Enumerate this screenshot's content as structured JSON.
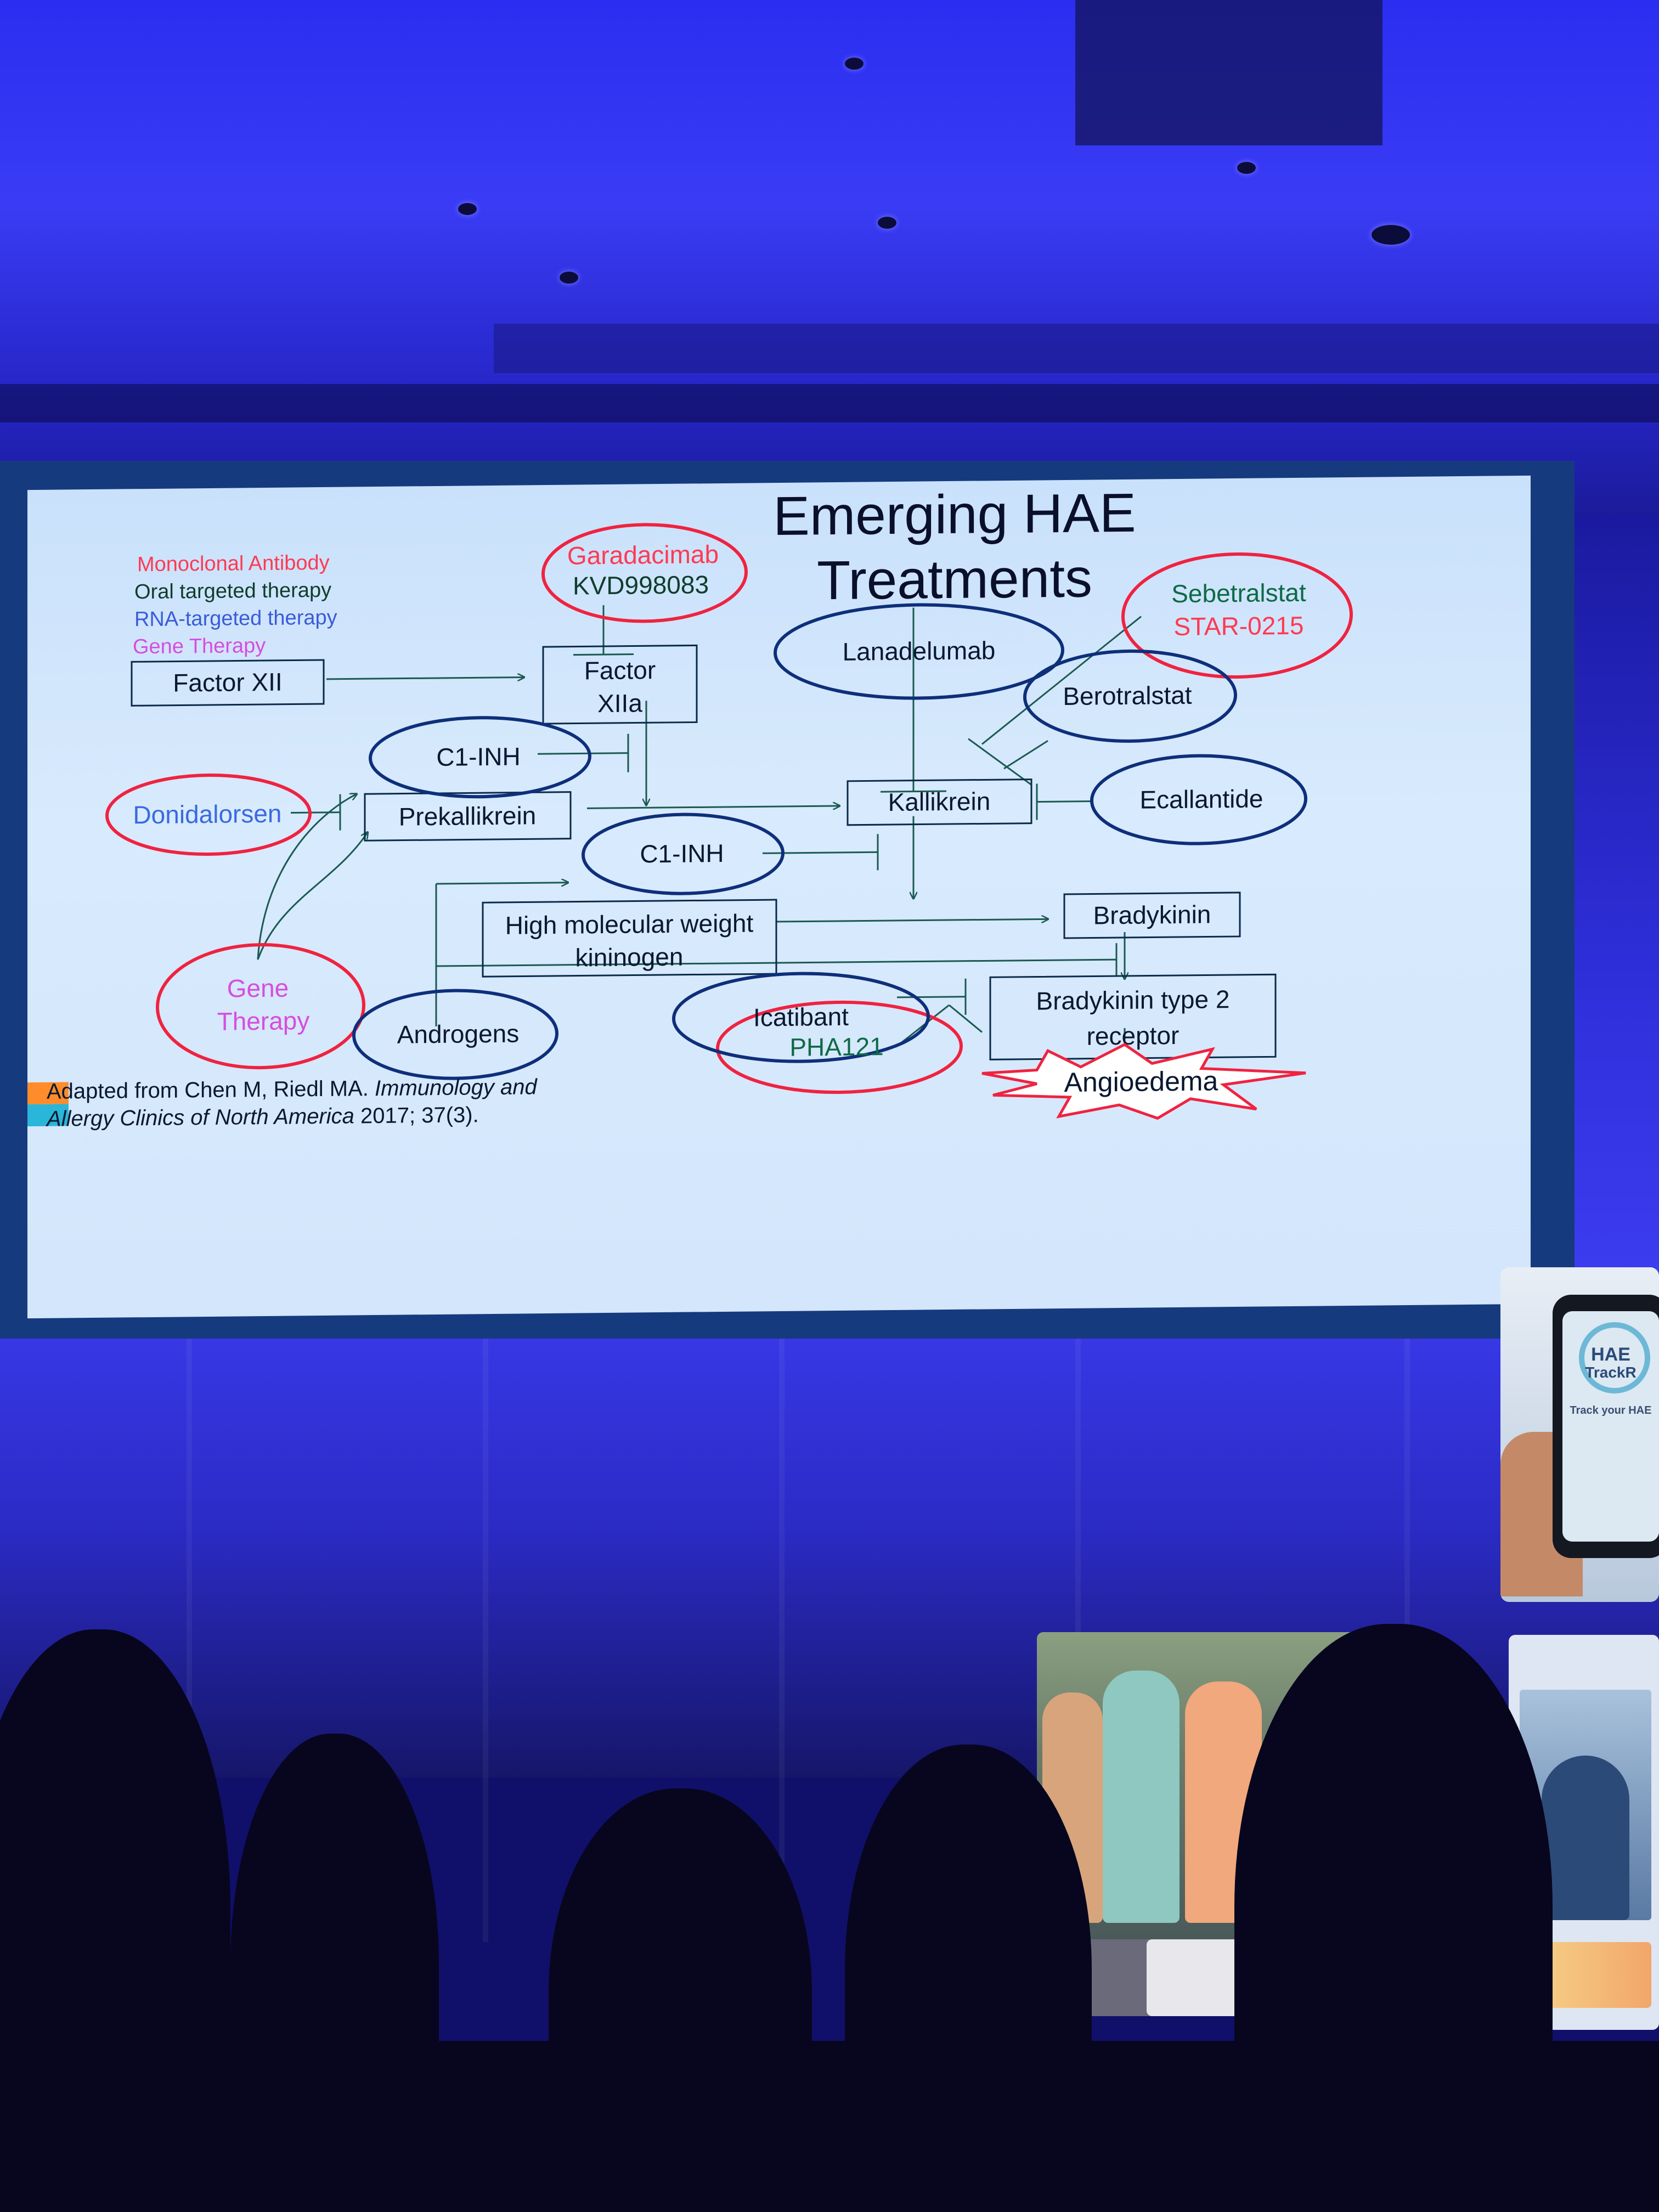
{
  "slide": {
    "title_line1": "Emerging HAE",
    "title_line2": "Treatments",
    "legend": [
      {
        "label": "Monoclonal Antibody",
        "color": "#ff3a52"
      },
      {
        "label": "Oral targeted therapy",
        "color": "#0f3d2c"
      },
      {
        "label": "RNA-targeted therapy",
        "color": "#3a5bd8"
      },
      {
        "label": "Gene Therapy",
        "color": "#d64ee0"
      }
    ],
    "pathway_boxes": {
      "factor_xii": "Factor XII",
      "factor_xiia_line1": "Factor",
      "factor_xiia_line2": "XIIa",
      "prekallikrein": "Prekallikrein",
      "kallikrein": "Kallikrein",
      "hmwk_line1": "High molecular weight",
      "hmwk_line2": "kininogen",
      "bradykinin": "Bradykinin",
      "b2r_line1": "Bradykinin type 2",
      "b2r_line2": "receptor",
      "angioedema": "Angioedema"
    },
    "treatments": {
      "garadacimab_line1": "Garadacimab",
      "garadacimab_line2": "KVD998083",
      "sebetralstat_line1": "Sebetralstat",
      "sebetralstat_line2": "STAR-0215",
      "lanadelumab": "Lanadelumab",
      "berotralstat": "Berotralstat",
      "c1inh_top": "C1-INH",
      "c1inh_mid": "C1-INH",
      "donidalorsen": "Donidalorsen",
      "ecallantide": "Ecallantide",
      "gene_therapy_line1": "Gene",
      "gene_therapy_line2": "Therapy",
      "androgens": "Androgens",
      "icatibant": "Icatibant",
      "pha121": "PHA121"
    },
    "citation_part1": "Adapted from Chen M, Riedl MA. ",
    "citation_journal_line1": "Immunology and",
    "citation_journal_line2": "Allergy Clinics of North America",
    "citation_part2": " 2017; 37(3).",
    "colors": {
      "red_outline": "#ef2340",
      "navy_outline": "#0e2f7a",
      "green_text": "#0f6a46",
      "arrow": "#1a5a52"
    }
  },
  "booth_phone": {
    "logo_line1": "HAE",
    "logo_line2": "TrackR",
    "tagline": "Track your HAE"
  },
  "scene": {
    "ceiling_color": "#2c30ee",
    "wall_color": "#2f2fd8",
    "audience_color": "#07061e"
  }
}
